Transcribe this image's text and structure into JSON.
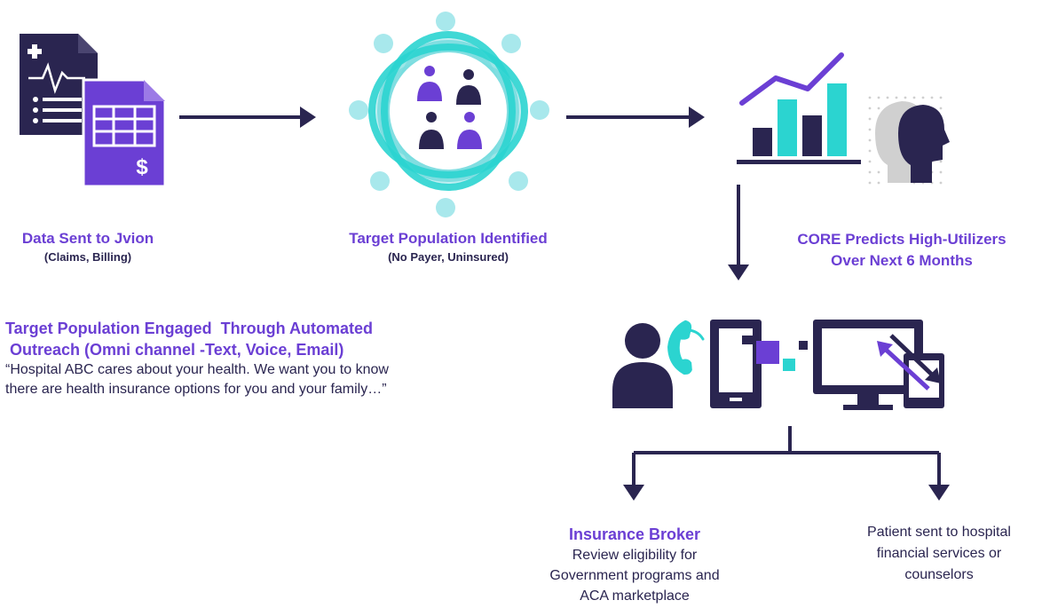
{
  "colors": {
    "navy": "#2a2550",
    "purple": "#6b3fd4",
    "violet": "#7b4fd6",
    "teal": "#2bd4d0",
    "teal_light": "#a8e8ec",
    "gray": "#c8c8c8",
    "white": "#ffffff"
  },
  "icons": {
    "claims_document": "claims-document-icon",
    "billing_invoice": "billing-invoice-icon",
    "population_group": "population-group-icon",
    "growth_chart": "growth-bar-chart-icon",
    "ai_head": "ai-head-icon",
    "person_phone": "person-phone-icon",
    "tablet_devices": "tablet-devices-icon",
    "monitor_arrows": "monitor-sync-icon"
  },
  "steps": {
    "data_sent": {
      "title": "Data Sent to Jvion",
      "subtitle": "(Claims, Billing)"
    },
    "target_identified": {
      "title": "Target Population Identified",
      "subtitle": "(No Payer, Uninsured)"
    },
    "core_predicts": {
      "title_line1": "CORE Predicts High-Utilizers",
      "title_line2": "Over Next 6 Months"
    },
    "engaged": {
      "title_line1": "Target Population Engaged  Through Automated",
      "title_line2": " Outreach (Omni channel -Text, Voice, Email)",
      "quote_line1": "“Hospital ABC cares about your health. We want you to know",
      "quote_line2": "there are health insurance options for you and your family…”"
    },
    "broker": {
      "title": "Insurance Broker",
      "line1": "Review eligibility for",
      "line2": "Government programs and",
      "line3": "ACA marketplace"
    },
    "financial": {
      "line1": "Patient sent to hospital",
      "line2": "financial services or",
      "line3": "counselors"
    }
  }
}
